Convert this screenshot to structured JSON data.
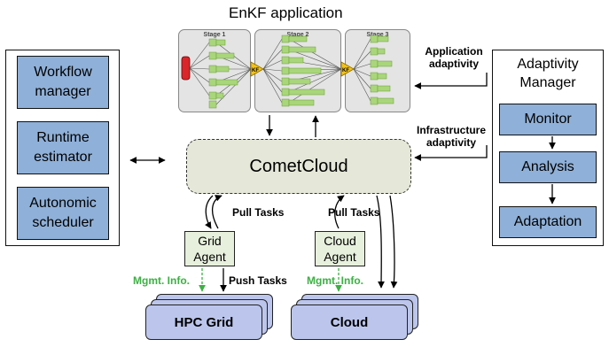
{
  "title": "EnKF application",
  "stages": [
    "Stage 1",
    "Stage 2",
    "Stage 3"
  ],
  "kf_label": "KF",
  "left_panel": {
    "items": [
      "Workflow manager",
      "Runtime estimator",
      "Autonomic scheduler"
    ]
  },
  "right_panel": {
    "title": "Adaptivity Manager",
    "items": [
      "Monitor",
      "Analysis",
      "Adaptation"
    ]
  },
  "comet": "CometCloud",
  "app_adaptivity": "Application adaptivity",
  "infra_adaptivity": "Infrastructure adaptivity",
  "pull_tasks_left": "Pull Tasks",
  "pull_tasks_right": "Pull Tasks",
  "push_tasks": "Push Tasks",
  "grid_agent": "Grid Agent",
  "cloud_agent": "Cloud Agent",
  "mgmt_info_left": "Mgmt. Info.",
  "mgmt_info_right": "Mgmt. Info.",
  "hpc_grid": "HPC Grid",
  "cloud": "Cloud",
  "colors": {
    "blue_box": "#8fb0d8",
    "comet_fill": "#e5e7d8",
    "agent_fill": "#e6f0dc",
    "resource_fill": "#bcc6ec",
    "mgmt_green": "#3cb043",
    "kf_yellow": "#f2c21b",
    "ensemble_green": "#a9d67a",
    "source_red": "#d9262b"
  }
}
